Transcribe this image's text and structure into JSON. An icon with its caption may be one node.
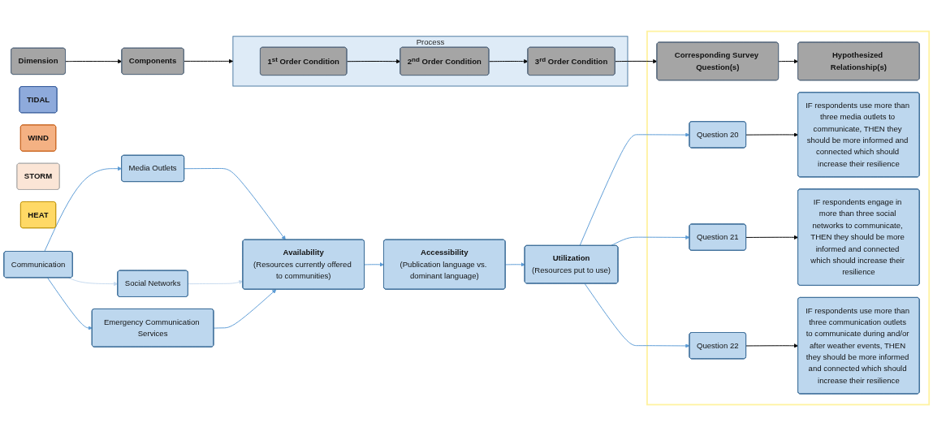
{
  "diagram": {
    "nodes": [
      {
        "text": [
          "Dimension"
        ]
      },
      {
        "text": [
          "Components"
        ]
      },
      {
        "text": [
          "Process"
        ]
      },
      {
        "text": [
          "1$^{st}$ Order Condition"
        ],
        "in": 2
      },
      {
        "text": [
          "2$^{nd}$ Order Condition"
        ],
        "in": 2
      },
      {
        "text": [
          "3$^{rd}$ Order Condition"
        ],
        "in": 2
      },
      {
        "text": [],
        "shape": "box"
      },
      {
        "text": [
          "Corresponding Survey Question(s)"
        ],
        "in": 6
      },
      {
        "text": [
          "Hypothesized Relationship(s)"
        ],
        "in": 6
      },
      {
        "text": [
          "TIDAL"
        ]
      },
      {
        "text": [
          "WIND"
        ]
      },
      {
        "text": [
          "STORM"
        ]
      },
      {
        "text": [
          "HEAT"
        ]
      },
      {
        "text": [
          "Communication"
        ]
      },
      {
        "text": [
          "Media Outlets"
        ]
      },
      {
        "text": [
          "Social Networks"
        ]
      },
      {
        "text": [
          "Emergency Communication Services"
        ]
      },
      {
        "text": [
          "Availability",
          "(Resources currently offered to communities)"
        ]
      },
      {
        "text": [
          "Accessibility",
          "(Publication language vs. dominant language)"
        ]
      },
      {
        "text": [
          "Utilization",
          "(Resources put to use)"
        ]
      },
      {
        "text": [
          "Question 20"
        ],
        "in": 6
      },
      {
        "text": [
          "Question 21"
        ],
        "in": 6
      },
      {
        "text": [
          "Question 22"
        ],
        "in": 6
      },
      {
        "text": [
          "IF respondents use more than three media outlets to communicate, THEN they should be more informed and connected which should increase their resilience"
        ],
        "in": 6
      },
      {
        "text": [
          "IF respondents engage in more than three social networks to communicate, THEN they should be more informed and connected which should increase their resilience"
        ],
        "in": 6
      },
      {
        "text": [
          "IF respondents use more than three communication outlets to communicate during and/or after weather events, THEN they should be more informed and connected which should increase their resilience"
        ],
        "in": 6
      }
    ],
    "edges": [
      {
        "from": 0,
        "to": 1,
        "arrow": "to",
        "color": "#000000"
      },
      {
        "from": 1,
        "to": 2,
        "arrow": "to",
        "color": "#000000"
      },
      {
        "from": 3,
        "to": 4,
        "arrow": "to",
        "color": "#000000"
      },
      {
        "from": 4,
        "to": 5,
        "arrow": "to",
        "color": "#000000"
      },
      {
        "from": 5,
        "to": 7,
        "arrow": "to",
        "color": "#000000"
      },
      {
        "from": 7,
        "to": 8,
        "arrow": "to",
        "color": "#000000"
      },
      {
        "from": 13,
        "to": 14,
        "arrow": "to",
        "color": "#5b9bd5"
      },
      {
        "from": 13,
        "to": 15,
        "arrow": "to",
        "color": "#c5d9ee"
      },
      {
        "from": 13,
        "to": 16,
        "arrow": "to",
        "color": "#5b9bd5"
      },
      {
        "from": 14,
        "to": 17,
        "arrow": "to",
        "color": "#5b9bd5"
      },
      {
        "from": 15,
        "to": 17,
        "arrow": "to",
        "color": "#c5d9ee"
      },
      {
        "from": 16,
        "to": 17,
        "arrow": "to",
        "color": "#5b9bd5"
      },
      {
        "from": 17,
        "to": 18,
        "arrow": "to",
        "color": "#5b9bd5"
      },
      {
        "from": 18,
        "to": 19,
        "arrow": "to",
        "color": "#5b9bd5"
      },
      {
        "from": 19,
        "to": 20,
        "arrow": "to",
        "color": "#5b9bd5"
      },
      {
        "from": 19,
        "to": 21,
        "arrow": "to",
        "color": "#5b9bd5"
      },
      {
        "from": 19,
        "to": 22,
        "arrow": "to",
        "color": "#5b9bd5"
      },
      {
        "from": 20,
        "to": 23,
        "arrow": "to",
        "color": "#000000"
      },
      {
        "from": 21,
        "to": 24,
        "arrow": "to",
        "color": "#000000"
      },
      {
        "from": 22,
        "to": 25,
        "arrow": "to",
        "color": "#000000"
      }
    ]
  }
}
